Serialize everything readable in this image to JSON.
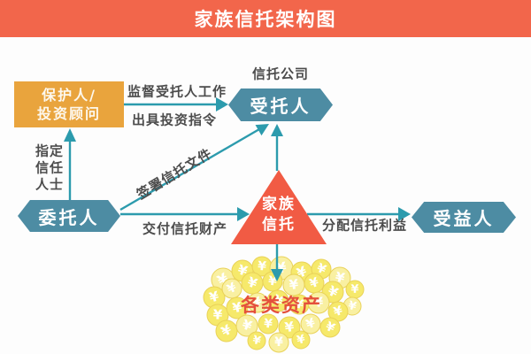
{
  "header": {
    "title": "家族信托架构图"
  },
  "nodes": {
    "protector": {
      "label_line1": "保护人/",
      "label_line2": "投资顾问"
    },
    "settlor": {
      "label": "委托人"
    },
    "trustee": {
      "label": "受托人",
      "caption": "信托公司"
    },
    "beneficiary": {
      "label": "受益人"
    },
    "trust": {
      "label_line1": "家族",
      "label_line2": "信托"
    },
    "assets": {
      "label": "各类资产",
      "coin_symbol": "¥"
    }
  },
  "edges": {
    "appoint": {
      "label_lines": [
        "指定",
        "信任",
        "人士"
      ]
    },
    "supervise": {
      "label": "监督受托人工作"
    },
    "instruct": {
      "label": "出具投资指令"
    },
    "sign": {
      "label": "签署信托文件"
    },
    "deliver": {
      "label": "交付信托财产"
    },
    "distribute": {
      "label": "分配信托利益"
    }
  },
  "colors": {
    "header": "#F2664B",
    "orange": "#E9A43D",
    "node": "#4D8CA3",
    "red": "#F15B44",
    "line": "#2C9BAD",
    "label": "#4C4C4C",
    "coin": "#F6E96B",
    "coin_light": "#F9F0A2",
    "coin_edge": "#E9D258",
    "asset_label": "#E4503C"
  }
}
